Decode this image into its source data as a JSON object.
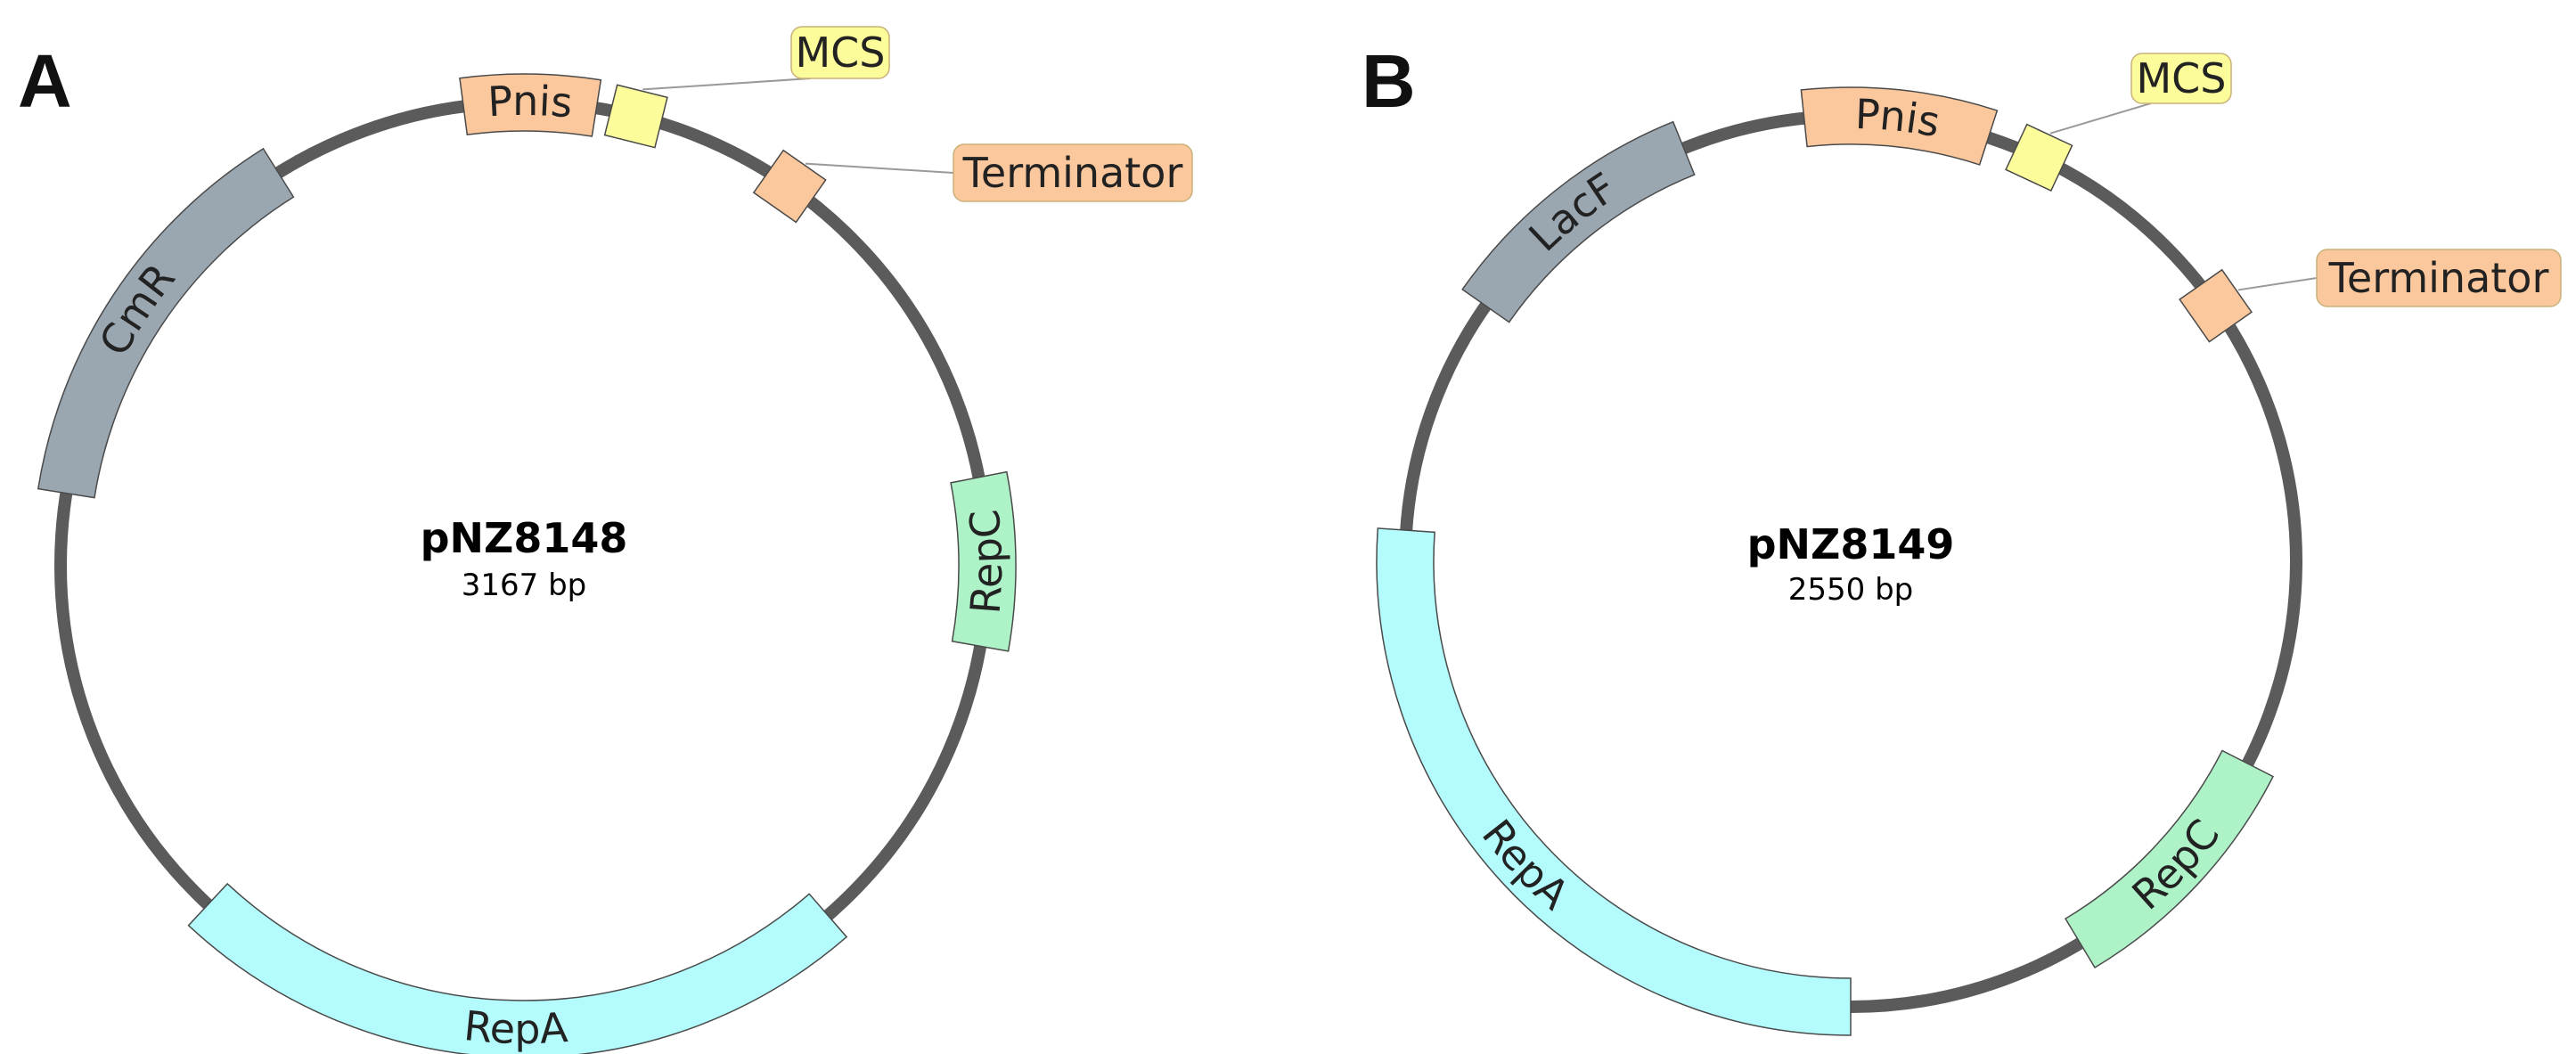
{
  "panels": [
    {
      "letter": "A",
      "name": "pNZ8148",
      "size": "3167 bp",
      "features": [
        {
          "label": "CmR",
          "color": "#9aa7b1"
        },
        {
          "label": "Pnis",
          "color": "#fbc79c"
        },
        {
          "label": "MCS",
          "color": "#fdfc9b"
        },
        {
          "label": "Terminator",
          "color": "#fbc79c"
        },
        {
          "label": "RepC",
          "color": "#aef2c8"
        },
        {
          "label": "RepA",
          "color": "#b3fbfc"
        }
      ]
    },
    {
      "letter": "B",
      "name": "pNZ8149",
      "size": "2550 bp",
      "features": [
        {
          "label": "LacF",
          "color": "#9aa7b1"
        },
        {
          "label": "Pnis",
          "color": "#fbc79c"
        },
        {
          "label": "MCS",
          "color": "#fdfc9b"
        },
        {
          "label": "Terminator",
          "color": "#fbc79c"
        },
        {
          "label": "RepC",
          "color": "#aef2c8"
        },
        {
          "label": "RepA",
          "color": "#b3fbfc"
        }
      ]
    }
  ],
  "colors": {
    "backbone": "#5b5b5b",
    "outline": "#4a4a4a",
    "callout_line": "#9a9a9a"
  }
}
